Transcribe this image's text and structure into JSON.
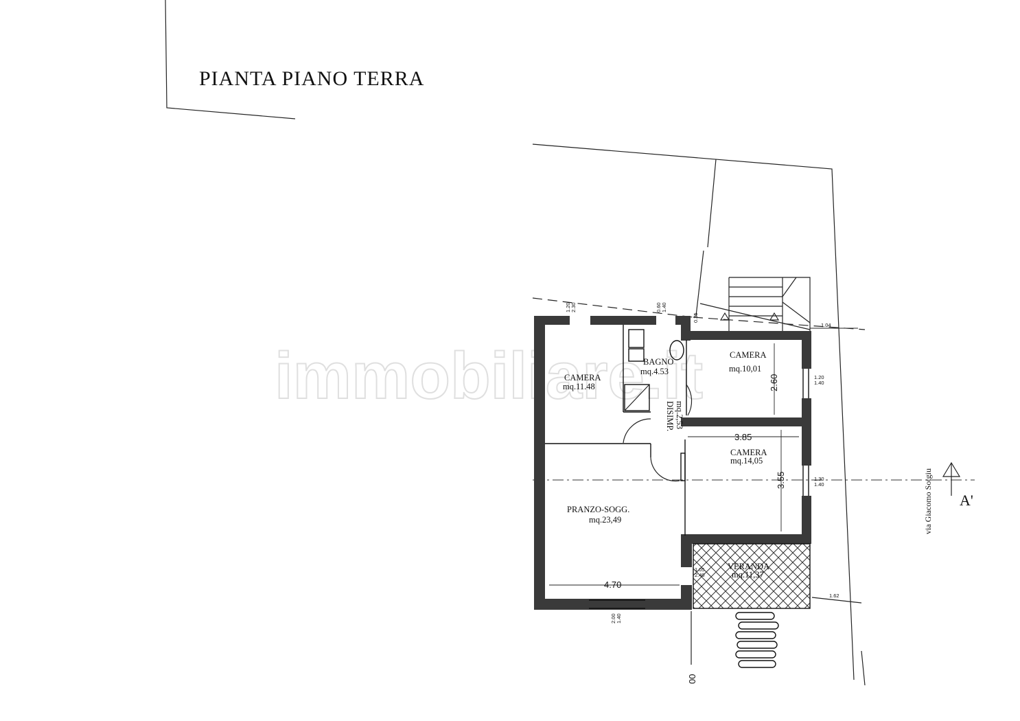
{
  "title": "PIANTA PIANO TERRA",
  "watermark": "immobiliare.it",
  "rooms": [
    {
      "id": "camera1",
      "name": "CAMERA",
      "area": "mq.11.48"
    },
    {
      "id": "bagno",
      "name": "BAGNO",
      "area": "mq.4.53"
    },
    {
      "id": "camera2",
      "name": "CAMERA",
      "area": "mq.10,01"
    },
    {
      "id": "disimp",
      "name": "DISIMP.",
      "area": "mq.2,53"
    },
    {
      "id": "camera3",
      "name": "CAMERA",
      "area": "mq.14,05"
    },
    {
      "id": "pranzo",
      "name": "PRANZO-SOGG.",
      "area": "mq.23,49"
    },
    {
      "id": "veranda",
      "name": "VERANDA",
      "area": "mq.11,37"
    }
  ],
  "dimensions": {
    "d_260": "2.60",
    "d_385": "3.85",
    "d_355": "3.55",
    "d_470": "4.70",
    "d_104": "1.04",
    "d_162": "1.62",
    "d_00": "00"
  },
  "openings": {
    "w1": [
      "1.20",
      "2.30"
    ],
    "w2": [
      "0.60",
      "1.40"
    ],
    "w3": [
      "1.20",
      "1.40"
    ],
    "w4": [
      "1.30",
      "1.40"
    ],
    "w5": [
      "2.00",
      "1.40"
    ],
    "d1": [
      "1.05",
      "2.40"
    ],
    "corner": "0.35"
  },
  "street": "via Giacomo Sotgiu",
  "section_label": "A'"
}
